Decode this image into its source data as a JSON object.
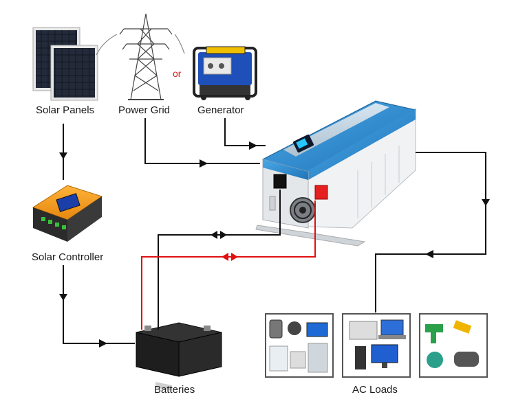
{
  "labels": {
    "solar_panels": "Solar Panels",
    "power_grid": "Power Grid",
    "or": "or",
    "generator": "Generator",
    "solar_controller": "Solar Controller",
    "batteries": "Batteries",
    "ac_loads": "AC Loads"
  },
  "colors": {
    "wire_black": "#111111",
    "wire_red": "#e01010",
    "inverter_blue": "#2e8fd0",
    "inverter_silver": "#d8dde2",
    "controller_orange": "#f39a1e",
    "controller_dark": "#2b2b2b",
    "battery_body": "#1e1e1e",
    "load_frame": "#555555"
  },
  "icons": [
    "solar-panel-icon",
    "transmission-tower-icon",
    "generator-icon",
    "inverter-icon",
    "solar-controller-icon",
    "battery-icon",
    "appliance-icon",
    "computer-icon",
    "power-tool-icon"
  ]
}
